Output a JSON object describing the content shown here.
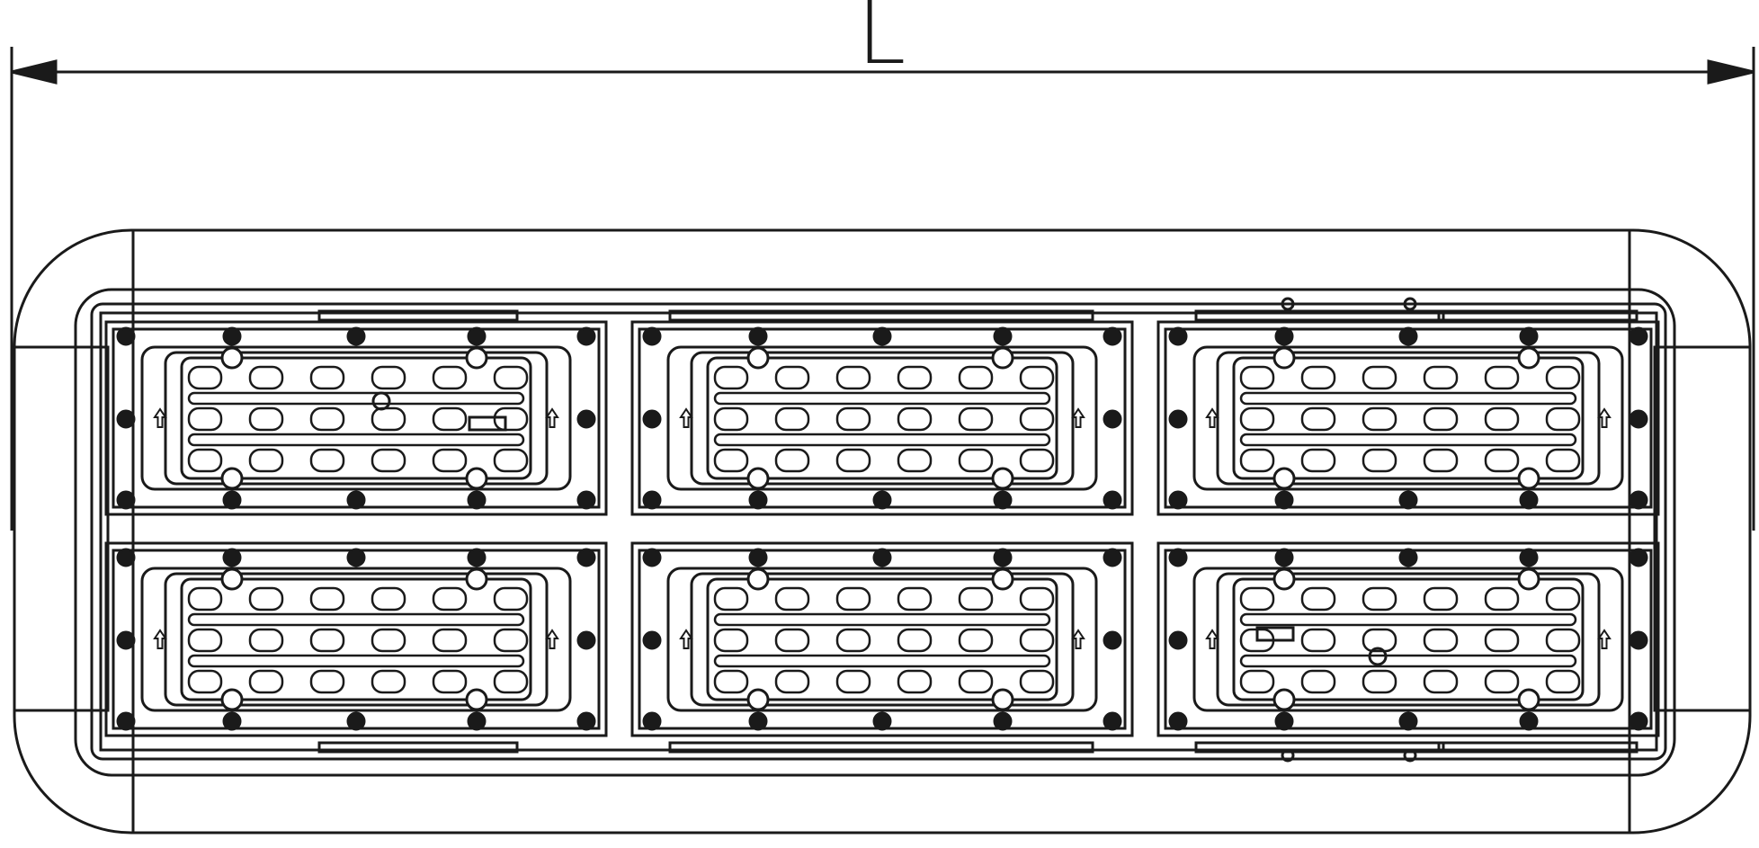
{
  "dimension": {
    "label": "L"
  },
  "colors": {
    "ink": "#1a1a1a",
    "paper": "#ffffff"
  },
  "drawing": {
    "module_rows": 2,
    "module_cols": 3,
    "slot_rows": 3,
    "slots_per_row": 6
  }
}
